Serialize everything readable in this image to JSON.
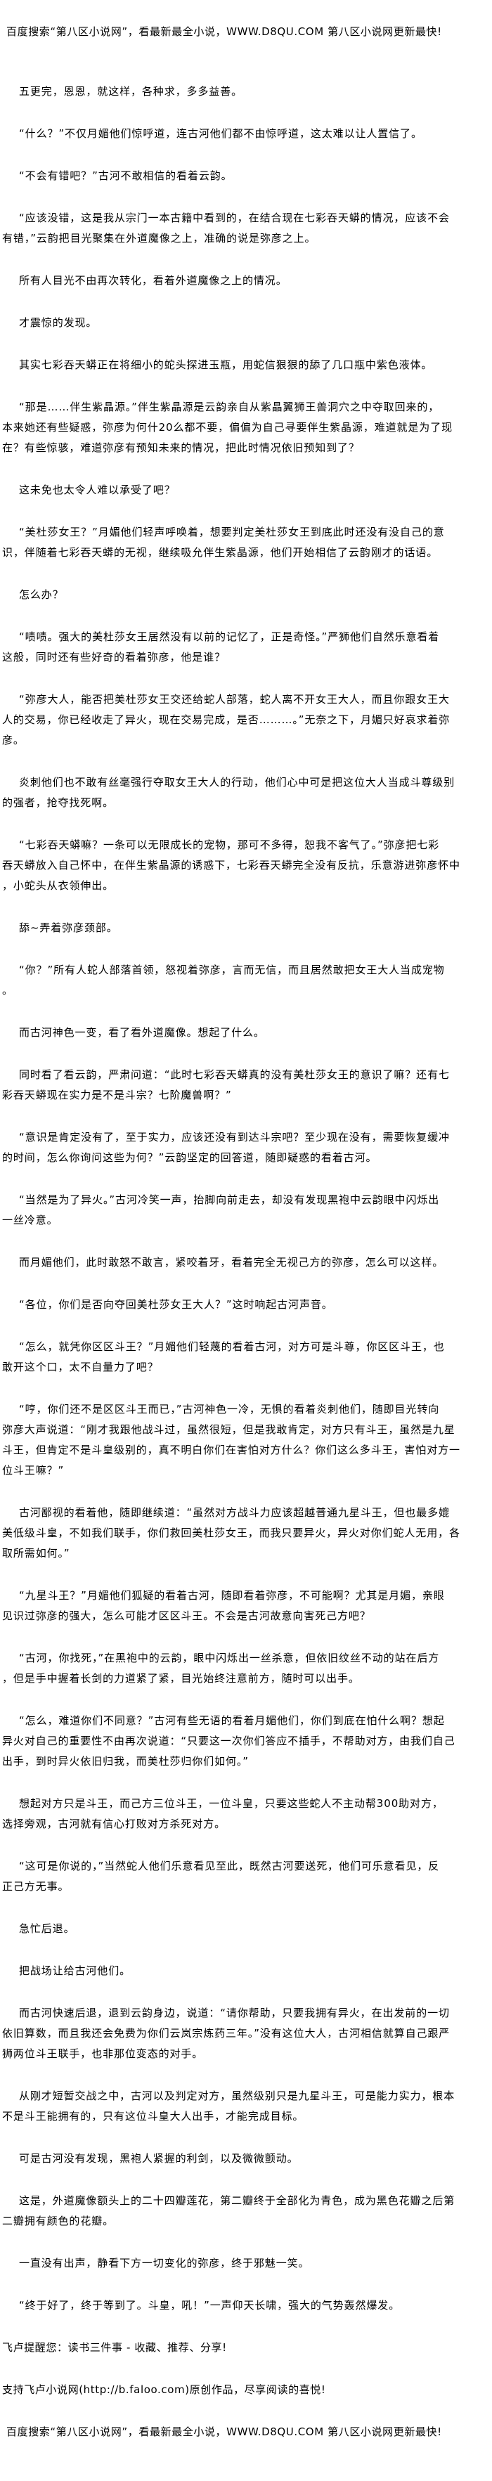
{
  "header_banner": "百度搜索“第八区小说网”，看最新最全小说，WWW.D8QU.COM   第八区小说网更新最快!",
  "paragraphs": [
    [
      "五更完，恩恩，就这样，各种求，多多益善。"
    ],
    [
      "“什么？”不仅月媚他们惊呼道，连古河他们都不由惊呼道，这太难以让人置信了。"
    ],
    [
      "“不会有错吧？”古河不敢相信的看着云韵。"
    ],
    [
      "“应该没错，这是我从宗门一本古籍中看到的，在结合现在七彩吞天蟒的情况，应该不会",
      "有错，”云韵把目光聚集在外道魔像之上，准确的说是弥彦之上。"
    ],
    [
      "所有人目光不由再次转化，看着外道魔像之上的情况。"
    ],
    [
      "才震惊的发现。"
    ],
    [
      "其实七彩吞天蟒正在将细小的蛇头探进玉瓶，用蛇信狠狠的舔了几口瓶中紫色液体。"
    ],
    [
      "“那是……伴生紫晶源。”伴生紫晶源是云韵亲自从紫晶翼狮王兽洞穴之中夺取回来的，",
      "本来她还有些疑惑，弥彦为何什20么都不要，偏偏为自己寻要伴生紫晶源，难道就是为了现",
      "在？有些惊骇，难道弥彦有预知未来的情况，把此时情况依旧预知到了？"
    ],
    [
      "这未免也太令人难以承受了吧？"
    ],
    [
      "“美杜莎女王？”月媚他们轻声呼唤着，想要判定美杜莎女王到底此时还没有没自己的意",
      "识，伴随着七彩吞天蟒的无视，继续吸允伴生紫晶源，他们开始相信了云韵刚才的话语。"
    ],
    [
      "怎么办？"
    ],
    [
      "“啧啧。强大的美杜莎女王居然没有以前的记忆了，正是奇怪。”严狮他们自然乐意看着",
      "这般，同时还有些好奇的看着弥彦，他是谁？"
    ],
    [
      "“弥彦大人，能否把美杜莎女王交还给蛇人部落，蛇人离不开女王大人，而且你跟女王大",
      "人的交易，你已经收走了异火，现在交易完成，是否………。”无奈之下，月媚只好哀求着弥",
      "彦。"
    ],
    [
      "炎刺他们也不敢有丝毫强行夺取女王大人的行动，他们心中可是把这位大人当成斗尊级别",
      "的强者，抢夺找死啊。"
    ],
    [
      "“七彩吞天蟒嘛？一条可以无限成长的宠物，那可不多得，恕我不客气了。”弥彦把七彩",
      "吞天蟒放入自己怀中，在伴生紫晶源的诱惑下，七彩吞天蟒完全没有反抗，乐意游进弥彦怀中",
      "，小蛇头从衣领伸出。"
    ],
    [
      "舔~弄着弥彦颈部。"
    ],
    [
      "“你？”所有人蛇人部落首领，怒视着弥彦，言而无信，而且居然敢把女王大人当成宠物",
      "。"
    ],
    [
      "而古河神色一变，看了看外道魔像。想起了什么。"
    ],
    [
      "同时看了看云韵，严肃问道：“此时七彩吞天蟒真的没有美杜莎女王的意识了嘛？还有七",
      "彩吞天蟒现在实力是不是斗宗？七阶魔兽啊？”"
    ],
    [
      "“意识是肯定没有了，至于实力，应该还没有到达斗宗吧？至少现在没有，需要恢复缓冲",
      "的时间，怎么你询问这些为何？”云韵坚定的回答道，随即疑惑的看着古河。"
    ],
    [
      "“当然是为了异火。”古河冷笑一声，抬脚向前走去，却没有发现黑袍中云韵眼中闪烁出",
      "一丝冷意。"
    ],
    [
      "而月媚他们，此时敢怒不敢言，紧咬着牙，看着完全无视己方的弥彦，怎么可以这样。"
    ],
    [
      "“各位，你们是否向夺回美杜莎女王大人？”这时响起古河声音。"
    ],
    [
      "“怎么，就凭你区区斗王？”月媚他们轻蔑的看着古河，对方可是斗尊，你区区斗王，也",
      "敢开这个口，太不自量力了吧？"
    ],
    [
      "“哼，你们还不是区区斗王而已，”古河神色一冷，无惧的看着炎刺他们，随即目光转向",
      "弥彦大声说道：“刚才我跟他战斗过，虽然很短，但是我敢肯定，对方只有斗王，虽然是九星",
      "斗王，但肯定不是斗皇级别的，真不明白你们在害怕对方什么？你们这么多斗王，害怕对方一",
      "位斗王嘛？”"
    ],
    [
      "古河鄙视的看着他，随即继续道：“虽然对方战斗力应该超越普通九星斗王，但也最多媲",
      "美低级斗皇，不如我们联手，你们救回美杜莎女王，而我只要异火，异火对你们蛇人无用，各",
      "取所需如何。”"
    ],
    [
      "“九星斗王？”月媚他们狐疑的看着古河，随即看着弥彦，不可能啊？尤其是月媚，亲眼",
      "见识过弥彦的强大，怎么可能才区区斗王。不会是古河故意向害死己方吧？"
    ],
    [
      "“古河，你找死，”在黑袍中的云韵，眼中闪烁出一丝杀意，但依旧纹丝不动的站在后方",
      "，但是手中握着长剑的力道紧了紧，目光始终注意前方，随时可以出手。"
    ],
    [
      "“怎么，难道你们不同意？”古河有些无语的看着月媚他们，你们到底在怕什么啊？想起",
      "异火对自己的重要性不由再次说道：“只要这一次你们答应不插手，不帮助对方，由我们自己",
      "出手，到时异火依旧归我，而美杜莎归你们如何。”"
    ],
    [
      "想起对方只是斗王，而己方三位斗王，一位斗皇，只要这些蛇人不主动帮300助对方，",
      "选择旁观，古河就有信心打败对方杀死对方。"
    ],
    [
      "“这可是你说的，”当然蛇人他们乐意看见至此，既然古河要送死，他们可乐意看见，反",
      "正己方无事。"
    ],
    [
      "急忙后退。"
    ],
    [
      "把战场让给古河他们。"
    ],
    [
      "而古河快速后退，退到云韵身边，说道：“请你帮助，只要我拥有异火，在出发前的一切",
      "依旧算数，而且我还会免费为你们云岚宗炼药三年。”没有这位大人，古河相信就算自己跟严",
      "狮两位斗王联手，也非那位变态的对手。"
    ],
    [
      "从刚才短暂交战之中，古河以及判定对方，虽然级别只是九星斗王，可是能力实力，根本",
      "不是斗王能拥有的，只有这位斗皇大人出手，才能完成目标。"
    ],
    [
      "可是古河没有发现，黑袍人紧握的利剑，以及微微颤动。"
    ],
    [
      "这是，外道魔像额头上的二十四瓣莲花，第二瓣终于全部化为青色，成为黑色花瓣之后第",
      "二瓣拥有颜色的花瓣。"
    ],
    [
      "一直没有出声，静看下方一切变化的弥彦，终于邪魅一笑。"
    ],
    [
      "  “终于好了，终于等到了。斗皇，吼！”一声仰天长啸，强大的气势轰然爆发。"
    ]
  ],
  "footer": {
    "reminder": "飞卢提醒您：读书三件事 - 收藏、推荐、分享!",
    "support": "支持飞卢小说网(http://b.faloo.com)原创作品，尽享阅读的喜悦!",
    "banner": "百度搜索“第八区小说网”，看最新最全小说，WWW.D8QU.COM   第八区小说网更新最快!"
  }
}
